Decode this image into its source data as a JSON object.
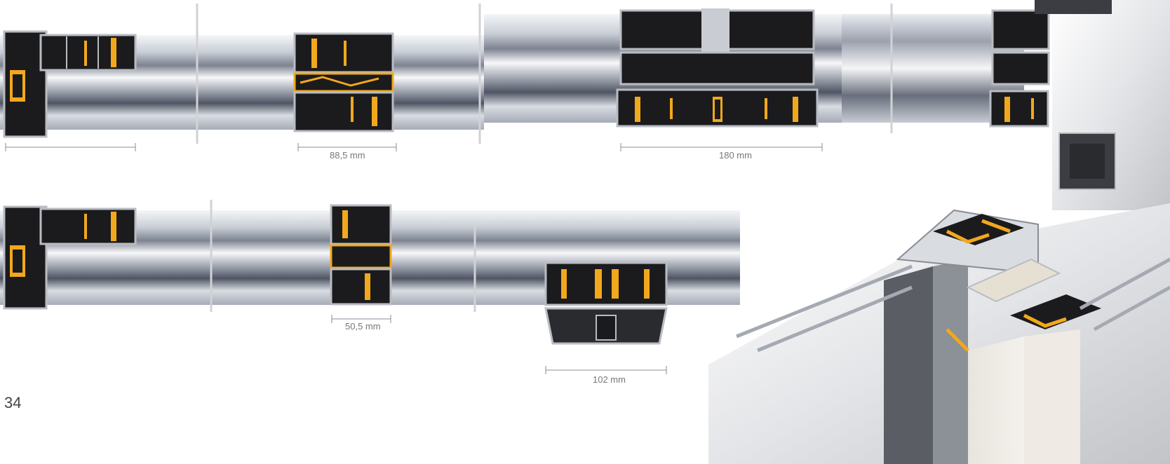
{
  "page": {
    "number": "34"
  },
  "dimensions": {
    "d1": "88,5 mm",
    "d2": "180 mm",
    "d3": "50,5 mm",
    "d4": "102 mm"
  },
  "palette": {
    "thermal_break": "#f2a81d",
    "profile_dark": "#1b1b1d",
    "profile_edge": "#b9bcc2",
    "glass_light": "#e9ecf1",
    "glass_dark": "#5d6371",
    "wall": "#d6d7db"
  }
}
